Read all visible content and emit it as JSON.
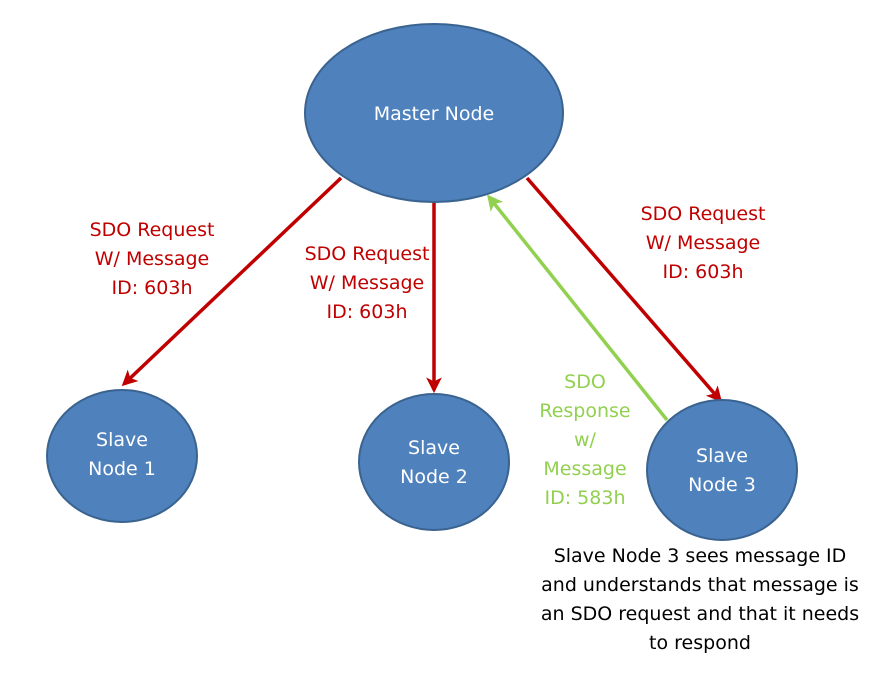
{
  "colors": {
    "node_fill": "#4f81bd",
    "node_stroke": "#3a6390",
    "node_text": "#ffffff",
    "request_arrow": "#c00000",
    "request_text": "#c00000",
    "response_arrow": "#92d050",
    "response_text": "#92d050",
    "note_text": "#000000",
    "background": "#ffffff"
  },
  "nodes": {
    "master": {
      "lines": [
        "Master Node"
      ]
    },
    "slave1": {
      "lines": [
        "Slave",
        "Node 1"
      ]
    },
    "slave2": {
      "lines": [
        "Slave",
        "Node 2"
      ]
    },
    "slave3": {
      "lines": [
        "Slave",
        "Node 3"
      ]
    }
  },
  "edges": {
    "request_to_slave1": {
      "from": "master",
      "to": "slave1",
      "kind": "request",
      "label": [
        "SDO Request",
        "W/ Message",
        "ID: 603h"
      ]
    },
    "request_to_slave2": {
      "from": "master",
      "to": "slave2",
      "kind": "request",
      "label": [
        "SDO Request",
        "W/ Message",
        "ID: 603h"
      ]
    },
    "request_to_slave3": {
      "from": "master",
      "to": "slave3",
      "kind": "request",
      "label": [
        "SDO Request",
        "W/ Message",
        "ID: 603h"
      ]
    },
    "response_from_slave3": {
      "from": "slave3",
      "to": "master",
      "kind": "response",
      "label": [
        "SDO",
        "Response",
        "w/",
        "Message",
        "ID: 583h"
      ]
    }
  },
  "note": {
    "lines": [
      "Slave Node 3 sees message ID",
      "and understands that message is",
      "an SDO request and that it needs",
      "to respond"
    ]
  }
}
